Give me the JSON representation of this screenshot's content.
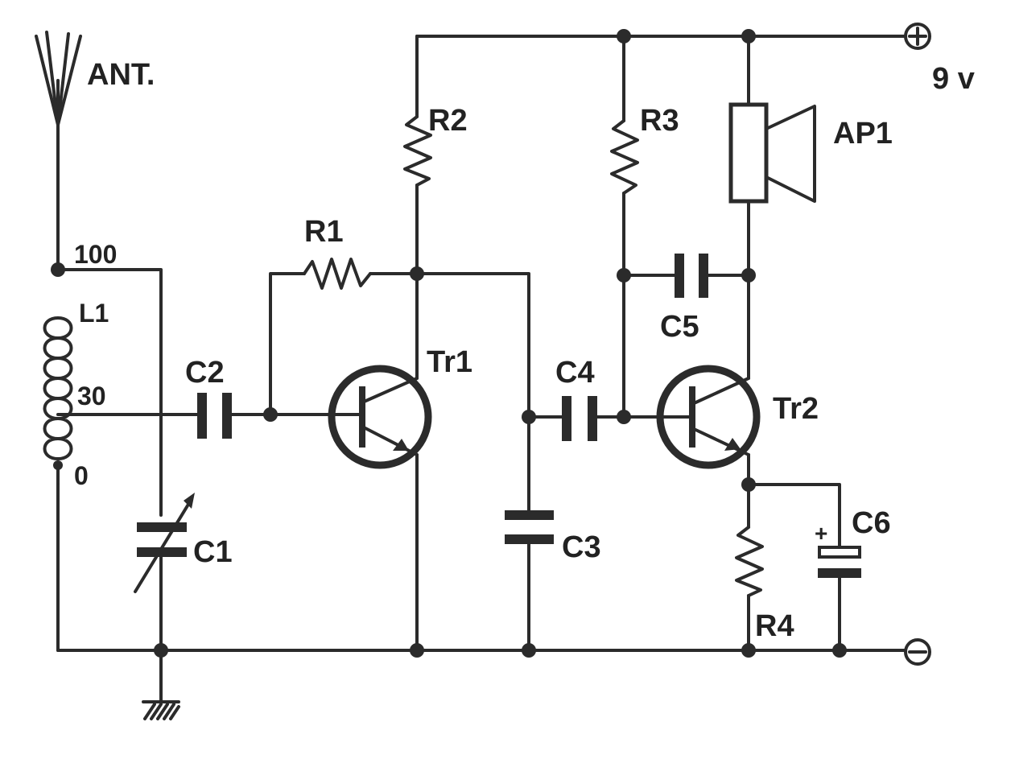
{
  "labels": {
    "antenna": "ANT.",
    "supply_voltage": "9 v",
    "plus_terminal": "+",
    "minus_terminal": "−",
    "c6_polarity": "+",
    "coil": "L1",
    "tap_100": "100",
    "tap_30": "30",
    "tap_0": "0",
    "c1": "C1",
    "c2": "C2",
    "c3": "C3",
    "c4": "C4",
    "c5": "C5",
    "c6": "C6",
    "r1": "R1",
    "r2": "R2",
    "r3": "R3",
    "r4": "R4",
    "tr1": "Tr1",
    "tr2": "Tr2",
    "speaker": "AP1"
  }
}
